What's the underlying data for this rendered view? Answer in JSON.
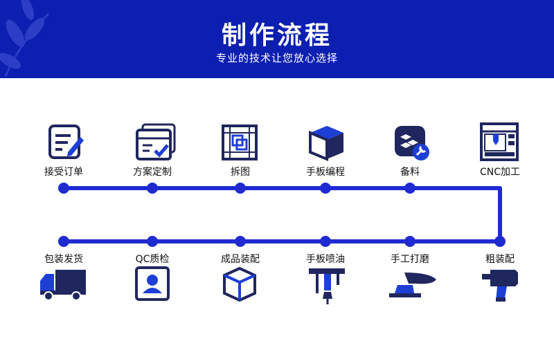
{
  "header": {
    "title": "制作流程",
    "subtitle": "专业的技术让您放心选择"
  },
  "colors": {
    "header_bg": "#0d1fb0",
    "line": "#1f2bd1",
    "icon_dark": "#20265e",
    "icon_blue": "#1d3fd6"
  },
  "steps_row1": [
    {
      "label": "接受订单",
      "icon": "order-form-icon"
    },
    {
      "label": "方案定制",
      "icon": "plan-document-icon"
    },
    {
      "label": "拆图",
      "icon": "blueprint-split-icon"
    },
    {
      "label": "手板编程",
      "icon": "3d-box-icon"
    },
    {
      "label": "备料",
      "icon": "materials-wrench-icon"
    },
    {
      "label": "CNC加工",
      "icon": "cnc-machine-icon"
    }
  ],
  "steps_row2": [
    {
      "label": "包装发货",
      "icon": "delivery-truck-icon"
    },
    {
      "label": "QC质检",
      "icon": "inspector-badge-icon"
    },
    {
      "label": "成品装配",
      "icon": "product-cube-icon"
    },
    {
      "label": "手板喷油",
      "icon": "spray-painting-icon"
    },
    {
      "label": "手工打磨",
      "icon": "polishing-grinder-icon"
    },
    {
      "label": "粗装配",
      "icon": "impact-drill-icon"
    }
  ]
}
